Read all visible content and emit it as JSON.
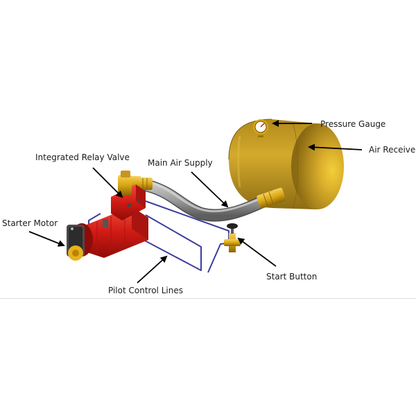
{
  "labels": {
    "pressure_gauge": "Pressure Gauge",
    "air_receiver": "Air Receiver",
    "integrated_relay_valve": "Integrated Relay Valve",
    "main_air_supply": "Main Air Supply",
    "starter_motor": "Starter Motor",
    "start_button": "Start Button",
    "pilot_control_lines": "Pilot Control Lines"
  },
  "colors": {
    "tank": "#c9a227",
    "motor": "#d91f1f",
    "hose": "#9a9a9a",
    "fitting": "#d9a514",
    "pilot_line": "#3d3d9e"
  }
}
